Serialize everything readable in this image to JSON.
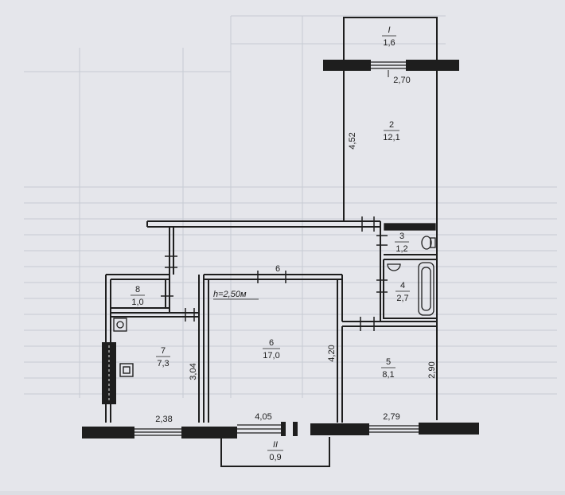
{
  "plan": {
    "height_note": "h=2,50м",
    "rooms": [
      {
        "num": "I",
        "area": "1,6"
      },
      {
        "num": "2",
        "area": "12,1"
      },
      {
        "num": "3",
        "area": "1,2"
      },
      {
        "num": "4",
        "area": "2,7"
      },
      {
        "num": "5",
        "area": "8,1"
      },
      {
        "num": "6",
        "area": "17,0"
      },
      {
        "num": "7",
        "area": "7,3"
      },
      {
        "num": "8",
        "area": "1,0"
      },
      {
        "num": "II",
        "area": "0,9"
      }
    ],
    "corridor_label": "6",
    "dimensions": {
      "balcony_top_width": "2,70",
      "room2_length": "4,52",
      "room6_depth": "4,20",
      "room5_depth": "2,90",
      "room7_depth": "3,04",
      "room7_width": "2,38",
      "room6_width": "4,05",
      "room5_width": "2,79"
    }
  },
  "colors": {
    "wall": "#1e1e1e",
    "paper": "#eef0f4",
    "background": "#dcdee3",
    "grid": "#c7cbd3"
  }
}
